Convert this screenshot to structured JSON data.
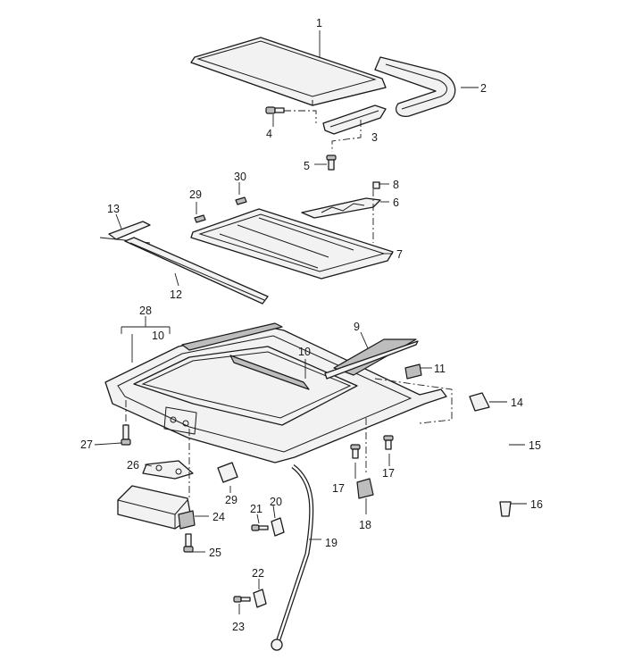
{
  "callouts": {
    "c1": "1",
    "c2": "2",
    "c3": "3",
    "c4": "4",
    "c5": "5",
    "c6": "6",
    "c7": "7",
    "c8": "8",
    "c9": "9",
    "c10a": "10",
    "c10b": "10",
    "c11": "11",
    "c12": "12",
    "c13": "13",
    "c14": "14",
    "c15": "15",
    "c16": "16",
    "c17a": "17",
    "c17b": "17",
    "c18": "18",
    "c19": "19",
    "c20": "20",
    "c21": "21",
    "c22": "22",
    "c23": "23",
    "c24": "24",
    "c25": "25",
    "c26": "26",
    "c27": "27",
    "c28": "28",
    "c29a": "29",
    "c29b": "29",
    "c30": "30"
  }
}
